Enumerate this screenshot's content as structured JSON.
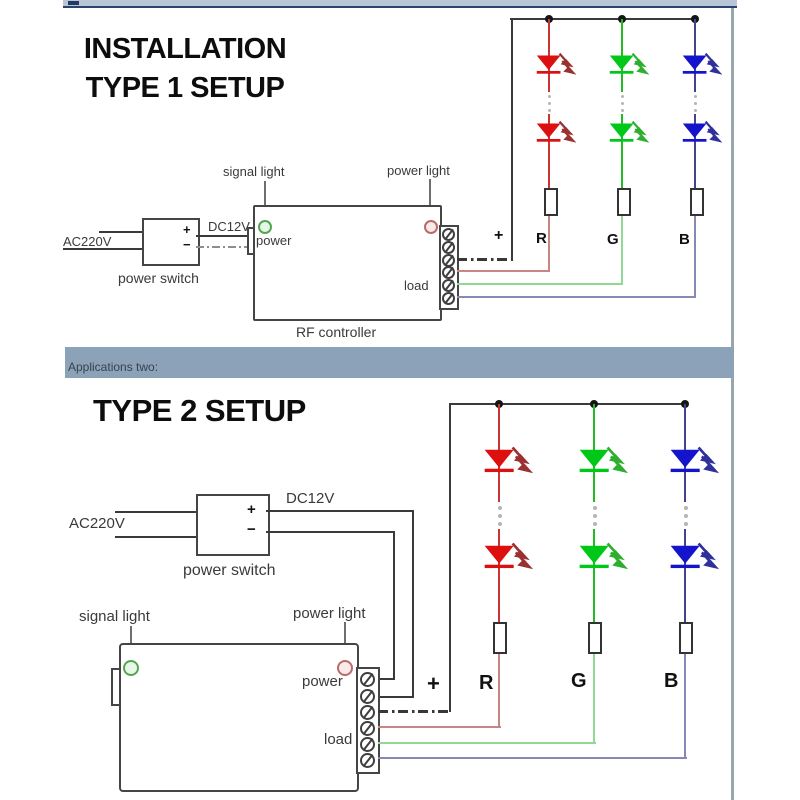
{
  "colors": {
    "led_red": "#dd1010",
    "led_green": "#00c818",
    "led_blue": "#1414cc",
    "arrow_red": "#9a3030",
    "arrow_green": "#2fae2f",
    "arrow_blue": "#30309a",
    "col_red": "#cc3333",
    "col_green": "#22bb22",
    "col_blue": "#42428f",
    "wire_red": "#c98585",
    "wire_green": "#92d892",
    "wire_blue": "#8787b8",
    "line_dark": "#3a3a3a",
    "divider_bg": "#8ba2b8",
    "topbar_bg": "#b9c6d6",
    "topbar_edge": "#2a4470",
    "frame": "#98a6ad"
  },
  "type1": {
    "title_line1": "INSTALLATION",
    "title_line2": "TYPE 1 SETUP",
    "signal_light": "signal light",
    "power_light": "power light",
    "ac_input": "AC220V",
    "dc_output": "DC12V",
    "plus": "+",
    "minus": "−",
    "power_switch": "power switch",
    "power_terminal": "power",
    "load_terminal": "load",
    "controller": "RF controller",
    "bus_plus": "+",
    "channel_r": "R",
    "channel_g": "G",
    "channel_b": "B"
  },
  "divider": {
    "label": "Applications two:"
  },
  "type2": {
    "title": "TYPE 2 SETUP",
    "signal_light": "signal light",
    "power_light": "power light",
    "ac_input": "AC220V",
    "dc_output": "DC12V",
    "plus": "+",
    "minus": "−",
    "power_switch": "power switch",
    "power_terminal": "power",
    "load_terminal": "load",
    "bus_plus": "+",
    "channel_r": "R",
    "channel_g": "G",
    "channel_b": "B"
  }
}
